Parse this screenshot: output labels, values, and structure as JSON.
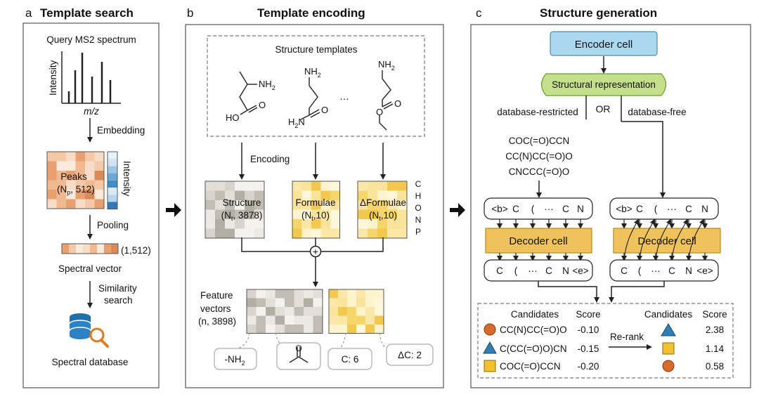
{
  "panel_a": {
    "letter": "a",
    "title": "Template search",
    "query_label": "Query MS2 spectrum",
    "intensity_axis": "Intensity",
    "mz_axis": "m/z",
    "embedding": "Embedding",
    "peaks_label": "Peaks",
    "peaks_dims": "(N",
    "peaks_sub": "p",
    "peaks_dims_tail": ", 512)",
    "intensity_bar": "Intensity",
    "pooling": "Pooling",
    "vector_dims": "(1,512)",
    "spectral_vector": "Spectral vector",
    "similarity_1": "Similarity",
    "similarity_2": "search",
    "database": "Spectral database"
  },
  "panel_b": {
    "letter": "b",
    "title": "Template encoding",
    "templates_title": "Structure templates",
    "nh2": "NH",
    "two": "2",
    "ho": "HO",
    "h2n_h": "H",
    "h2n_n": "N",
    "o": "O",
    "ellipsis": "···",
    "encoding": "Encoding",
    "structure_label": "Structure",
    "structure_dims_head": "(N",
    "structure_sub": "t",
    "structure_dims_tail": ", 3878)",
    "formulae_label": "Formulae",
    "formulae_dims_head": "(N",
    "formulae_sub": "t",
    "formulae_dims_tail": ",10)",
    "dformulae_label": "ΔFormulae",
    "dformulae_dims_head": "(N",
    "dformulae_sub": "t",
    "dformulae_dims_tail": ",10)",
    "elements": [
      "C",
      "H",
      "O",
      "N",
      "P"
    ],
    "plus": "+",
    "feature_1": "Feature",
    "feature_2": "vectors",
    "feature_3": "(n, 3898)",
    "tag_nh2": "-NH",
    "tag_c": "C: 6",
    "tag_dc": "ΔC: 2"
  },
  "panel_c": {
    "letter": "c",
    "title": "Structure generation",
    "encoder": "Encoder cell",
    "representation": "Structural representation",
    "or": "OR",
    "restricted": "database-restricted",
    "free": "database-free",
    "smiles_list": [
      "COC(=O)CCN",
      "CC(N)CC(=O)O",
      "CNCCC(=O)O"
    ],
    "decoder": "Decoder cell",
    "in_tokens": [
      "<b>",
      "C",
      "(",
      "···",
      "C",
      "N"
    ],
    "out_tokens": [
      "C",
      "(",
      "···",
      "C",
      "N",
      "<e>"
    ],
    "candidates_header": "Candidates",
    "score_header": "Score",
    "rerank": "Re-rank",
    "left_candidates": [
      {
        "shape": "circle-icon",
        "smiles": "CC(N)CC(=O)O",
        "score": "-0.10"
      },
      {
        "shape": "triangle-icon",
        "smiles": "C(CC(=O)O)CN",
        "score": "-0.15"
      },
      {
        "shape": "square-icon",
        "smiles": "COC(=O)CCN",
        "score": "-0.20"
      }
    ],
    "right_candidates": [
      {
        "shape": "triangle-icon",
        "score": "2.38"
      },
      {
        "shape": "square-icon",
        "score": "1.14"
      },
      {
        "shape": "circle-icon",
        "score": "0.58"
      }
    ]
  },
  "colors": {
    "orange_heat": "#e0965f",
    "grey_heat": "#c9c5bd",
    "yellow_heat": "#f5d36a",
    "encoder_blue": "#a9d8ef",
    "repr_green": "#c5e08a",
    "decoder_gold": "#f0c25c",
    "circle": "#d96a2b",
    "triangle": "#2f7fb5",
    "square": "#f2c12e"
  }
}
